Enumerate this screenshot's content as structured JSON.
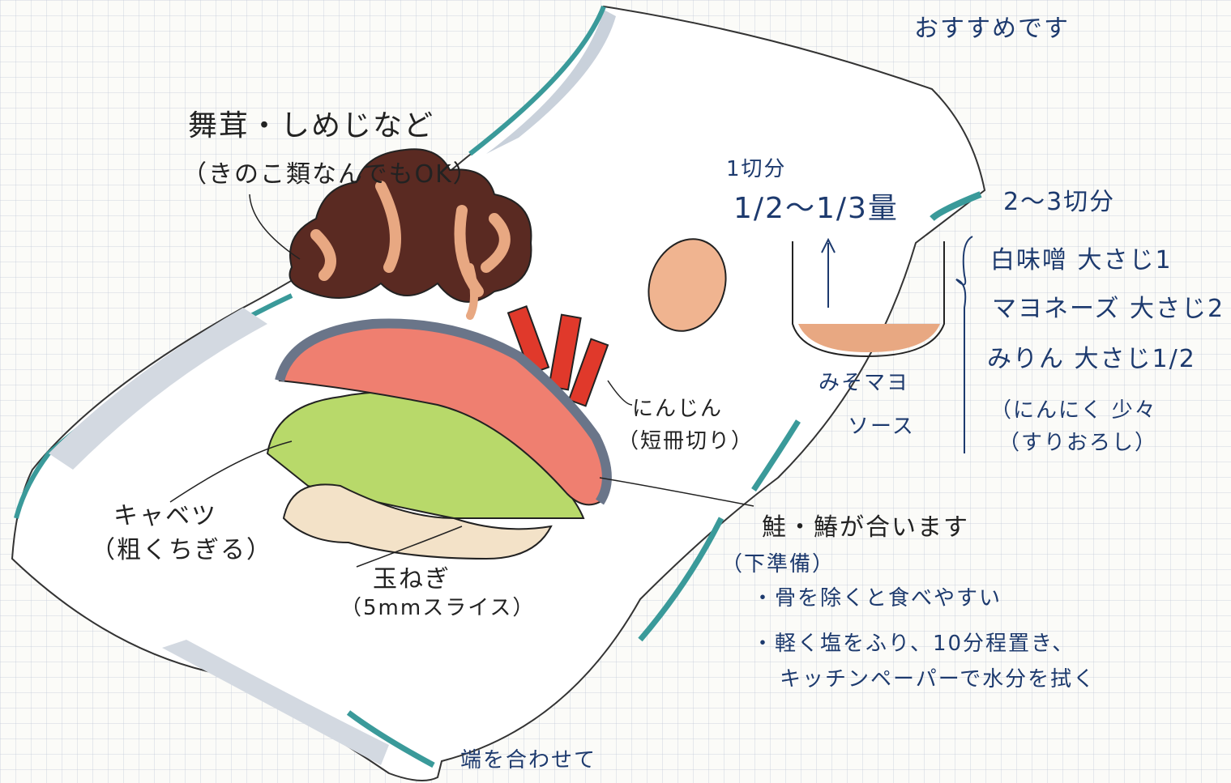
{
  "header": {
    "recommend": "おすすめです"
  },
  "mushroom": {
    "line1": "舞茸・しめじなど",
    "line2": "（きのこ類なんでもOK）"
  },
  "portion": {
    "one_slice": "1切分",
    "amount": "1/2～1/3量",
    "two_three": "2～3切分"
  },
  "sauce": {
    "name_line1": "みそマヨ",
    "name_line2": "ソース",
    "ingredients": [
      "白味噌 大さじ1",
      "マヨネーズ 大さじ2",
      "みりん 大さじ1/2"
    ],
    "garlic_line1": "（にんにく 少々",
    "garlic_line2": "（すりおろし）"
  },
  "carrot": {
    "line1": "にんじん",
    "line2": "（短冊切り）"
  },
  "cabbage": {
    "line1": "キャベツ",
    "line2": "（粗くちぎる）"
  },
  "onion": {
    "line1": "玉ねぎ",
    "line2": "（5mmスライス）"
  },
  "fish": {
    "title": "鮭・鰆が合います",
    "prep_title": "（下準備）",
    "prep_items": [
      "・骨を除くと食べやすい",
      "・軽く塩をふり、10分程置き、",
      "キッチンペーパーで水分を拭く"
    ]
  },
  "footer": {
    "fold": "端を合わせて"
  },
  "colors": {
    "ink_blue": "#1d3a6e",
    "teal": "#3a9a9a",
    "salmon": "#ef7f70",
    "cabbage": "#b8d96a",
    "mushroom": "#5a2a22",
    "carrot": "#e0392b",
    "egg": "#f0b490"
  }
}
